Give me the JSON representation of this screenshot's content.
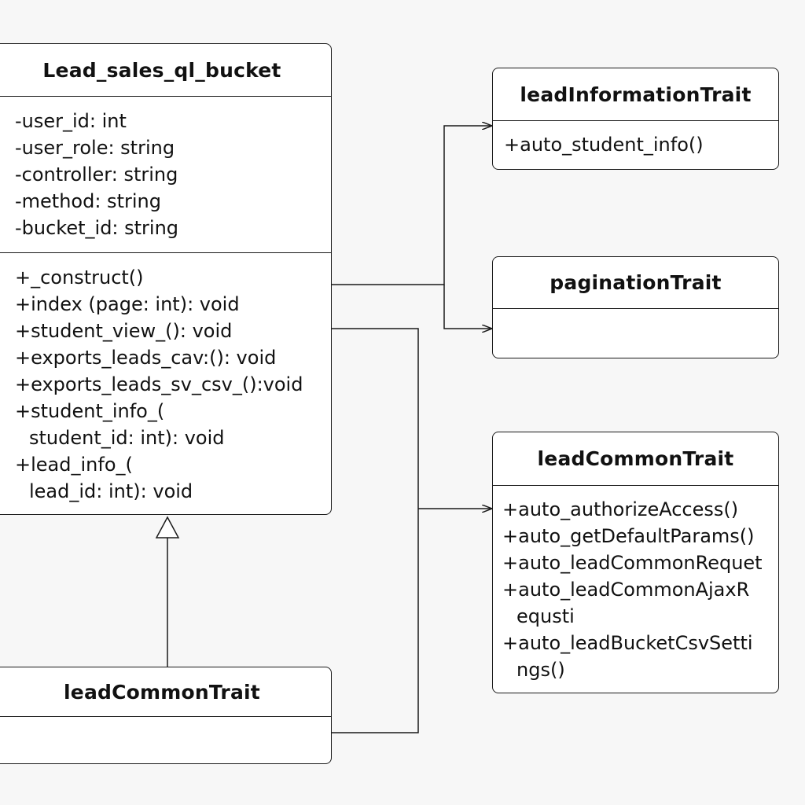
{
  "main_class": {
    "name": "Lead_sales_ql_bucket",
    "attributes": [
      "-user_id: int",
      "-user_role: string",
      "-controller: string",
      "-method: string",
      "-bucket_id: string"
    ],
    "methods": [
      "+_construct()",
      "+index (page: int): void",
      "+student_view_(): void",
      "+exports_leads_cav:(): void",
      "+exports_leads_sv_csv_():void",
      "+student_info_(",
      "student_id: int): void",
      "+lead_info_(",
      "lead_id: int): void"
    ]
  },
  "lead_information_trait": {
    "name": "leadInformationTrait",
    "methods": [
      "+auto_student_info()"
    ]
  },
  "pagination_trait": {
    "name": "paginationTrait"
  },
  "lead_common_trait_right": {
    "name": "leadCommonTrait",
    "methods": [
      "+auto_authorizeAccess()",
      "+auto_getDefaultParams()",
      "+auto_leadCommonRequet",
      "+auto_leadCommonAjaxR",
      "equsti",
      "+auto_leadBucketCsvSetti",
      "ngs()"
    ]
  },
  "lead_common_trait_bottom": {
    "name": "leadCommonTrait"
  }
}
